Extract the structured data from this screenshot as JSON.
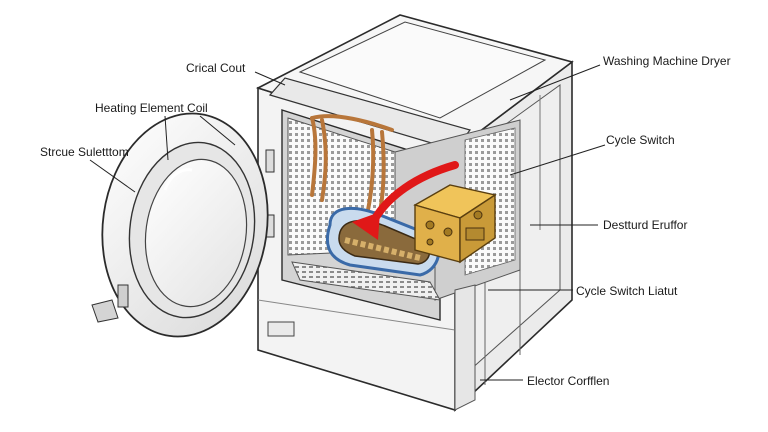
{
  "labels": {
    "critical_cout": "Crical Cout",
    "heating_element_coil": "Heating Element Coil",
    "struc_sulettom": "Strcue Suletttom",
    "washing_machine_dryer": "Washing Machine Dryer",
    "cycle_switch": "Cycle Switch",
    "destturd_eruffor": "Destturd Eruffor",
    "cycle_switch_liatut": "Cycle Switch Liatut",
    "elector_corfflen": "Elector Corfflen"
  },
  "colors": {
    "outline": "#2b2b2b",
    "body": "#f3f3f3",
    "shade": "#e2e2e2",
    "arrow": "#e01818",
    "copper": "#b8763a",
    "gold_block": "#e0b04a",
    "blue_hose": "#6aa0d8"
  }
}
